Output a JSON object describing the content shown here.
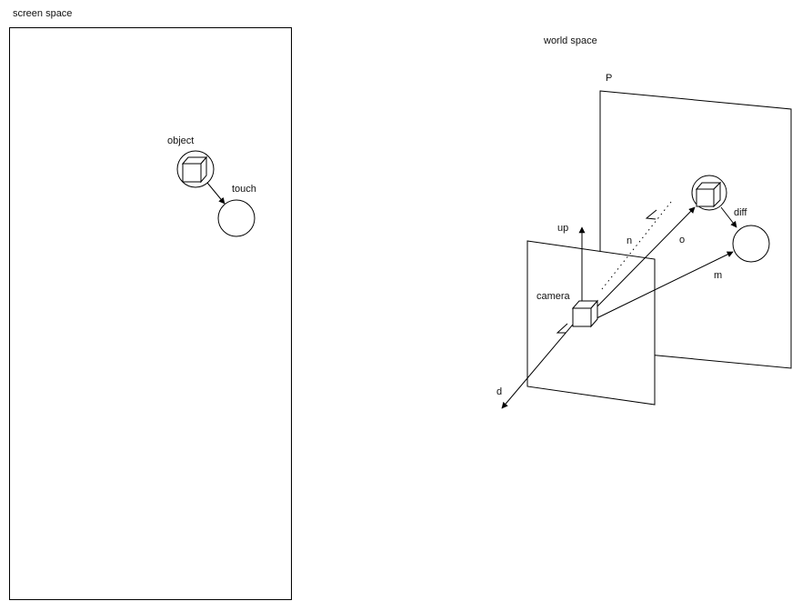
{
  "screen_space": {
    "title": "screen space",
    "object_label": "object",
    "touch_label": "touch"
  },
  "world_space": {
    "title": "world space",
    "plane_label": "P",
    "up_label": "up",
    "camera_label": "camera",
    "d_label": "d",
    "n_label": "n",
    "o_label": "o",
    "m_label": "m",
    "diff_label": "diff"
  },
  "colors": {
    "stroke": "#000000",
    "background": "#ffffff"
  }
}
